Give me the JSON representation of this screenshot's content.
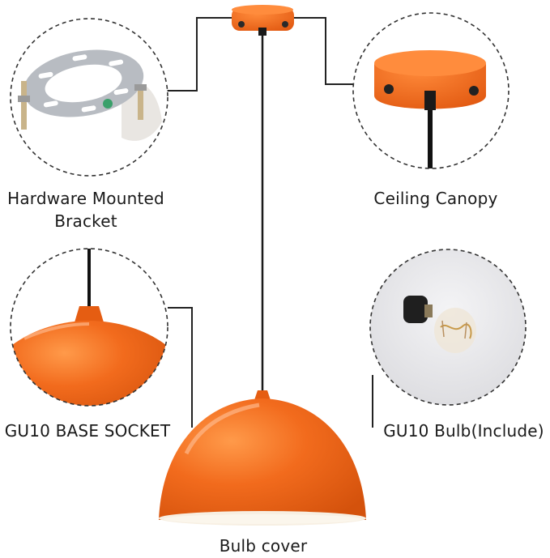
{
  "labels": {
    "hardware_line1": "Hardware Mounted",
    "hardware_line2": "Bracket",
    "ceiling_canopy": "Ceiling Canopy",
    "base_socket": "GU10 BASE SOCKET",
    "bulb": "GU10 Bulb(Include)",
    "bulb_cover": "Bulb cover"
  },
  "colors": {
    "lamp_orange": "#f26b1d",
    "lamp_inner": "#f7efe2",
    "cord": "#1a1a1a",
    "callout_line": "#222222"
  }
}
